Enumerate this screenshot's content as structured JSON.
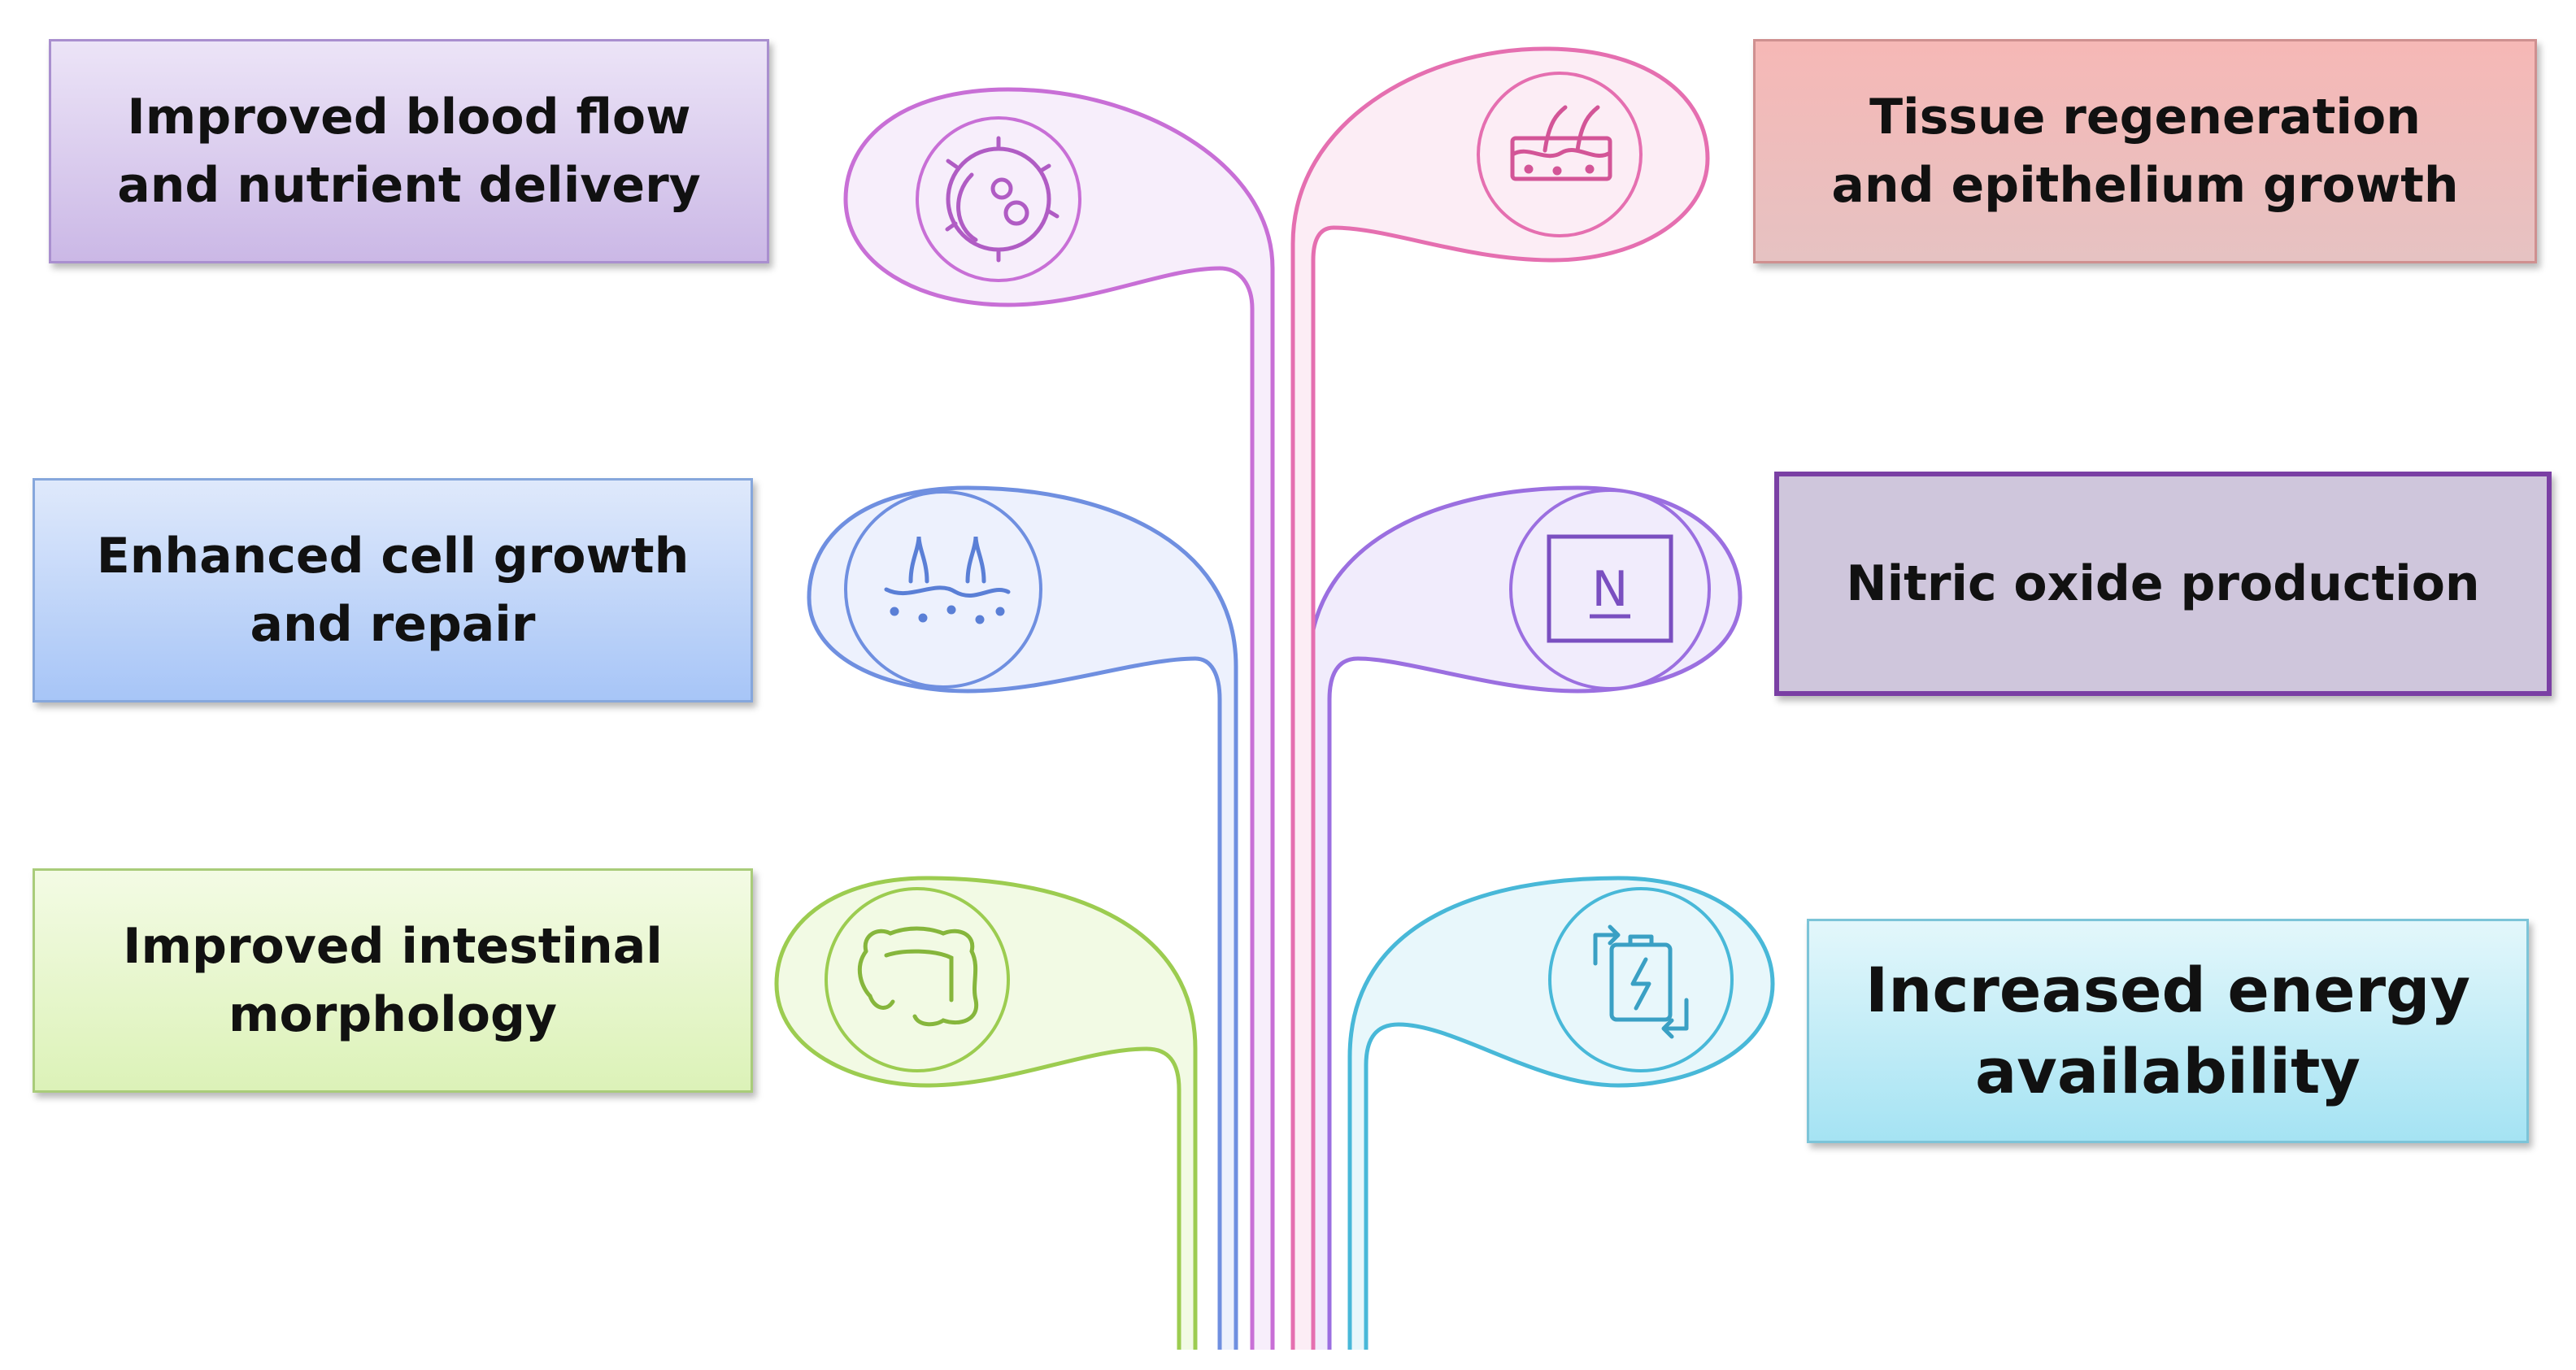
{
  "boxes": {
    "blood_flow": "Improved blood flow\nand nutrient delivery",
    "tissue": "Tissue regeneration\nand epithelium growth",
    "cell_growth": "Enhanced cell growth\nand repair",
    "nitric": "Nitric oxide production",
    "intestinal": "Improved intestinal\nmorphology",
    "energy": "Increased energy\navailability"
  },
  "icons": {
    "cell": "cell-icon",
    "skin": "skin-hair-icon",
    "pores": "skin-droplets-icon",
    "nitrogen": "nitrogen-element-icon",
    "intestine": "intestine-icon",
    "battery": "battery-cycle-icon"
  },
  "glyph": "N",
  "colors": {
    "magenta": "#c86fd6",
    "pink": "#e56fb0",
    "blue": "#6f8fe0",
    "purple": "#9b6fe0",
    "green": "#9ccc50",
    "cyan": "#48b8d8"
  }
}
